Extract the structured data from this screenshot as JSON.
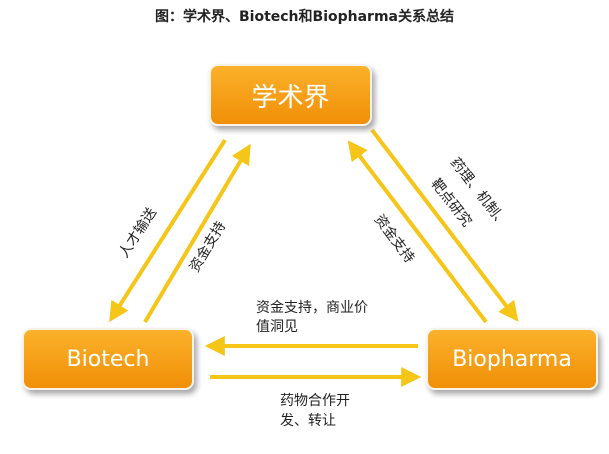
{
  "title": "图：学术界、Biotech和Biopharma关系总结",
  "nodes": {
    "academia": "学术界",
    "biotech": "Biotech",
    "biopharma": "Biopharma"
  },
  "labels": {
    "talent_transfer": "人才输送",
    "funding_support_left": "资金支持",
    "pharmacology_line1": "药理、机制、",
    "pharmacology_line2": "靶点研究",
    "funding_support_right": "资金支持",
    "biopharma_to_biotech_line1": "资金支持，商业价",
    "biopharma_to_biotech_line2": "值洞见",
    "biotech_to_biopharma_line1": "药物合作开",
    "biotech_to_biopharma_line2": "发、转让"
  },
  "colors": {
    "arrow": "#f5c518",
    "node_fill": "#f39a12",
    "node_text": "#ffffff"
  }
}
